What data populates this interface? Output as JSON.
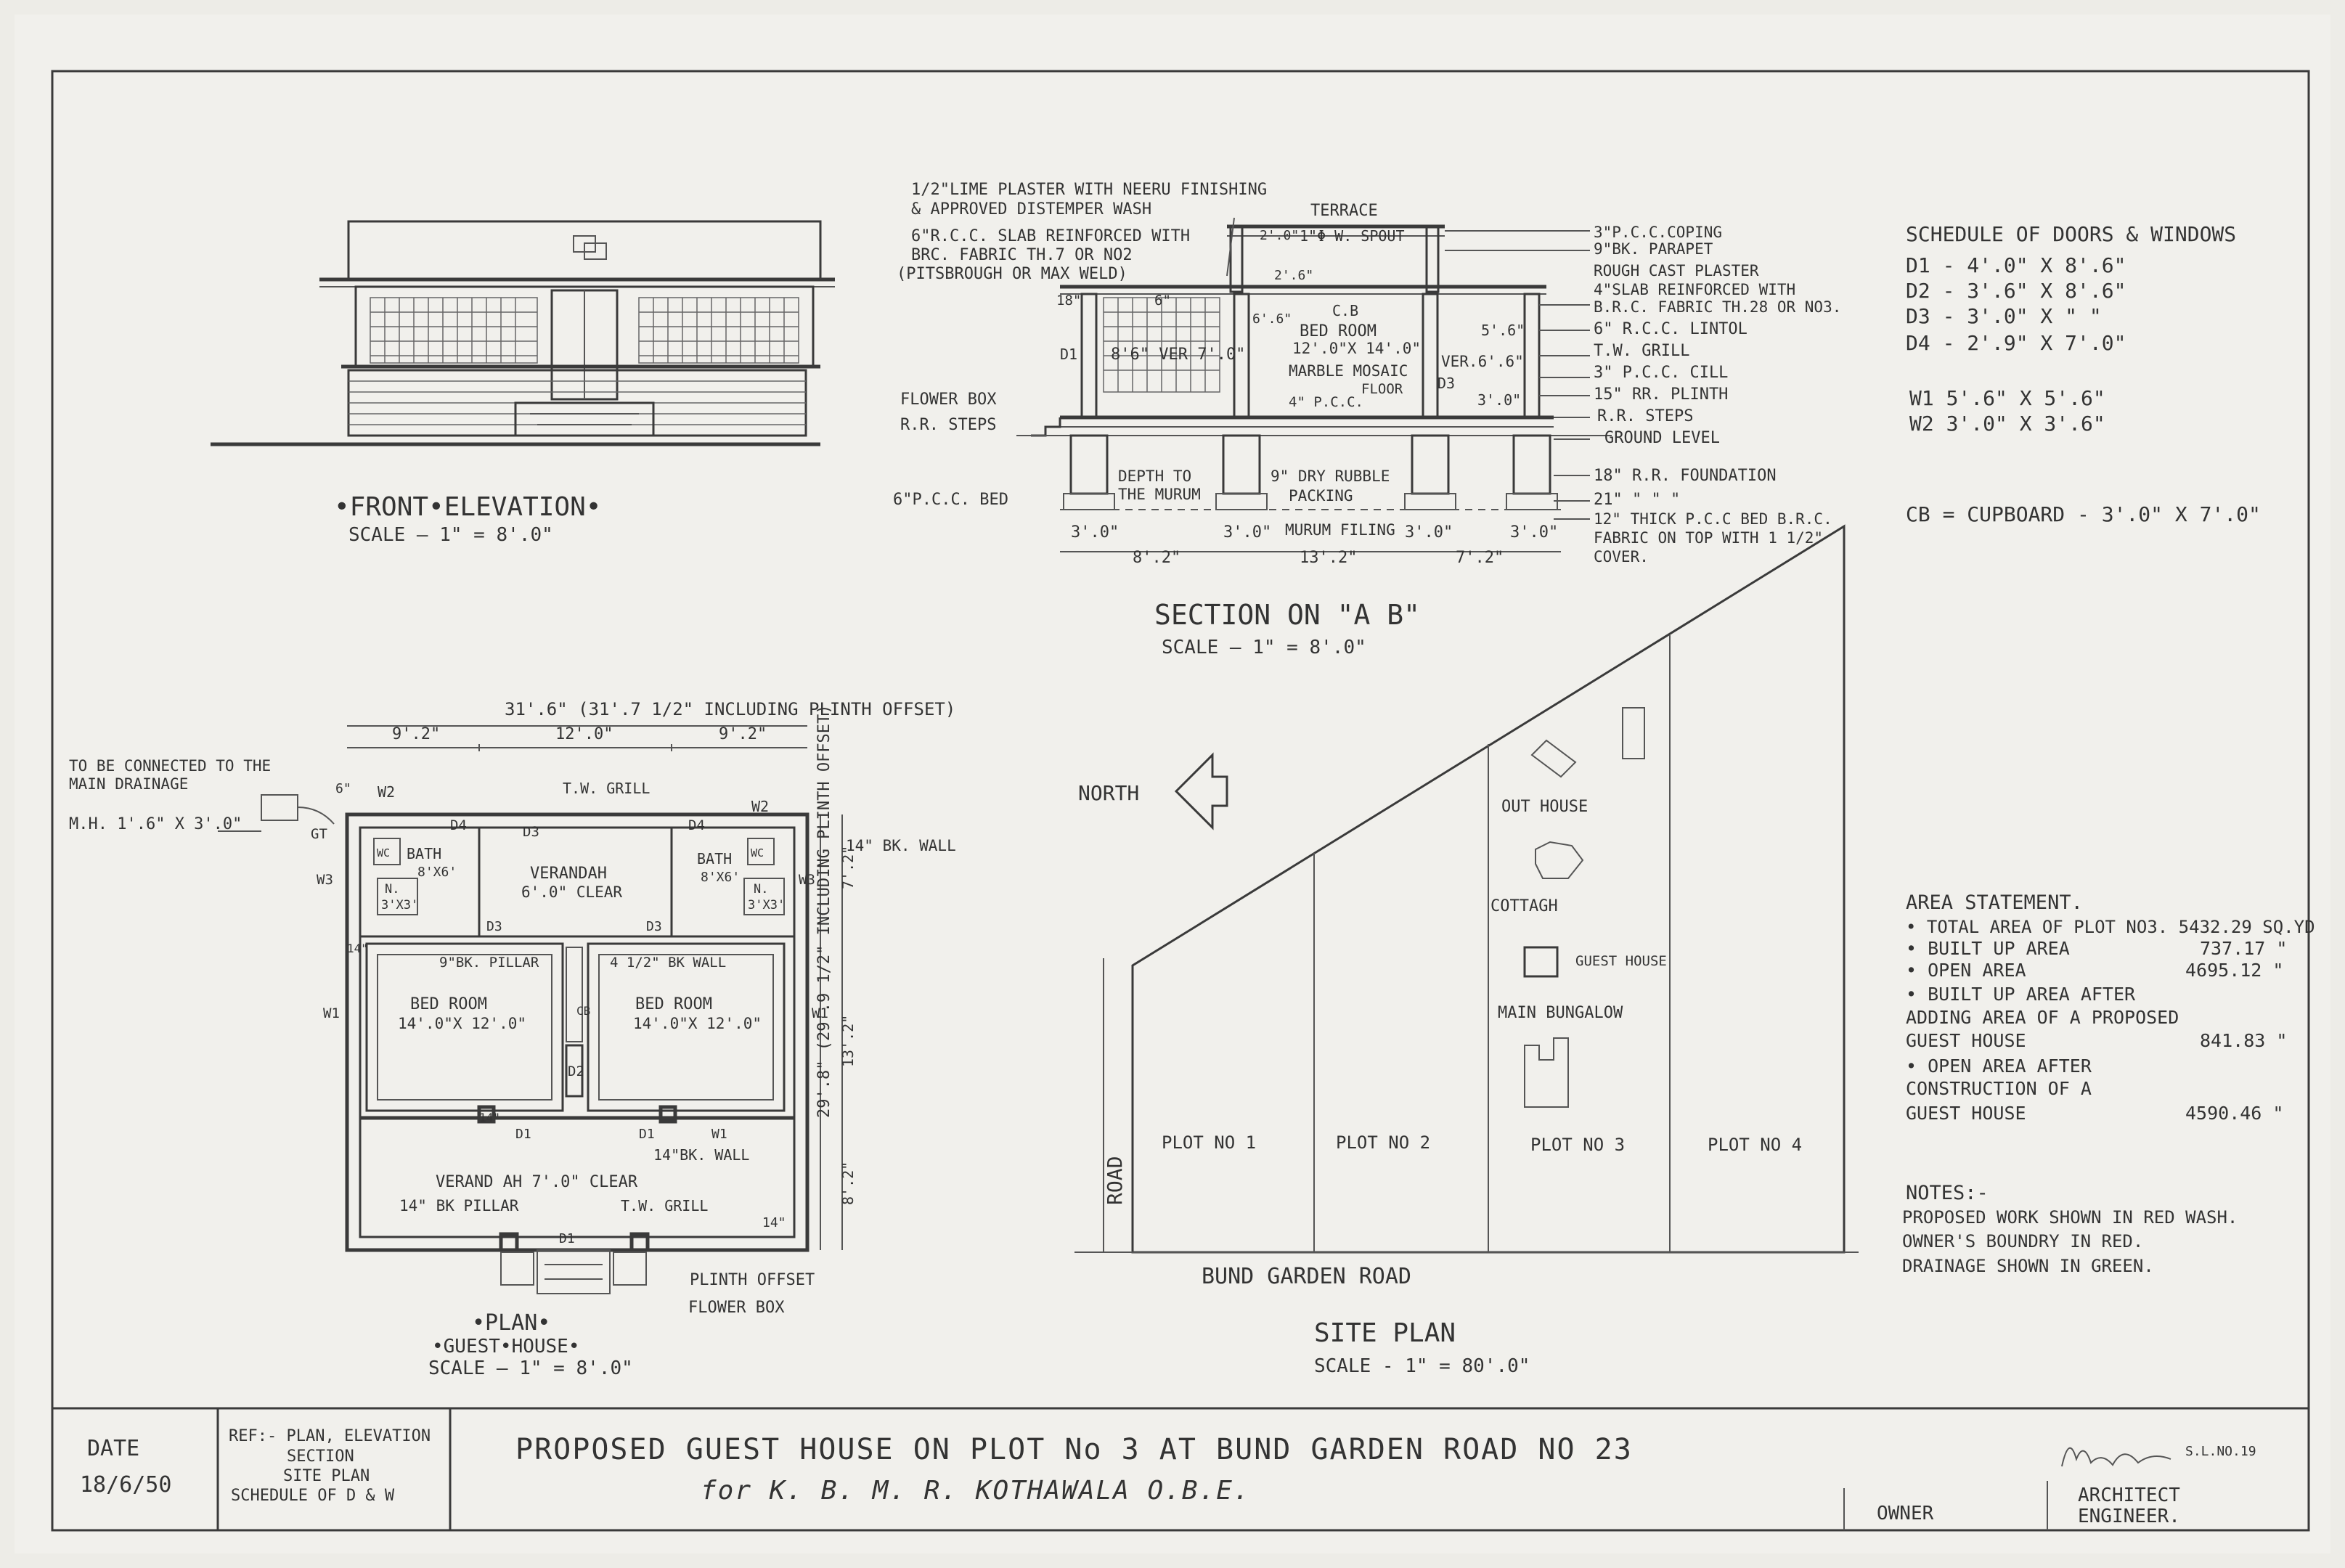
{
  "front_elevation": {
    "title": "•FRONT•ELEVATION•",
    "scale": "SCALE – 1\" = 8'.0\""
  },
  "section": {
    "title": "SECTION ON \"A B\"",
    "scale": "SCALE – 1\" = 8'.0\"",
    "labels": [
      "1/2\"LIME PLASTER WITH NEERU FINISHING",
      "& APPROVED DISTEMPER WASH",
      "6\"R.C.C. SLAB REINFORCED WITH",
      "BRC. FABRIC TH.7 OR NO2",
      "(PITSBROUGH OR MAX WELD)",
      "TERRACE",
      "1\"Φ W. SPOUT",
      "3\"P.C.C.COPING",
      "9\"BK. PARAPET",
      "ROUGH CAST PLASTER",
      "4\"SLAB REINFORCED WITH",
      "B.R.C. FABRIC TH.28 OR NO3.",
      "6\" R.C.C. LINTOL",
      "T.W. GRILL",
      "3\" P.C.C. CILL",
      "15\" RR. PLINTH",
      "R.R. STEPS",
      "GROUND LEVEL",
      "18\" R.R. FOUNDATION",
      "21\" \" \" \"",
      "12\" THICK P.C.C BED B.R.C.",
      "FABRIC ON TOP WITH 1 1/2\"",
      "COVER.",
      "FLOWER BOX",
      "R.R. STEPS",
      "6\"P.C.C. BED",
      "DEPTH TO",
      "THE MURUM",
      "9\" DRY RUBBLE",
      "PACKING",
      "MURUM FILING",
      "C.B",
      "BED ROOM",
      "12'.0\"X 14'.0\"",
      "MARBLE MOSAIC",
      "FLOOR",
      "VER.6'.6\"",
      "8'6\" VER 7'.0\"",
      "D1",
      "D3",
      "4\" P.C.C.",
      "5'.6\"",
      "3'.0\"",
      "18\"",
      "6\"",
      "2'.6\"",
      "6'.6\"",
      "2'.0\""
    ],
    "dims": [
      "3'.0\"",
      "8'.2\"",
      "3'.0\"",
      "13'.2\"",
      "3'.0\"",
      "7'.2\"",
      "3'.0\""
    ]
  },
  "schedule": {
    "title": "SCHEDULE OF DOORS & WINDOWS",
    "items": [
      "D1 - 4'.0\" X 8'.6\"",
      "D2 - 3'.6\" X 8'.6\"",
      "D3 - 3'.0\" X \" \"",
      "D4 - 2'.9\" X 7'.0\"",
      "W1  5'.6\" X 5'.6\"",
      "W2  3'.0\" X 3'.6\""
    ],
    "cupboard": "CB = CUPBOARD - 3'.0\" X 7'.0\""
  },
  "plan": {
    "title": "•PLAN•",
    "subtitle": "•GUEST•HOUSE•",
    "scale": "SCALE – 1\" = 8'.0\"",
    "overall": "31'.6\" (31'.7 1/2\" INCLUDING PLINTH OFFSET)",
    "dims_top": [
      "9'.2\"",
      "12'.0\"",
      "9'.2\""
    ],
    "drain_note": [
      "TO BE CONNECTED TO THE",
      "MAIN DRAINAGE"
    ],
    "mh": "M.H. 1'.6\" X 3'.0\"",
    "right_dim": "29'.8\" (29'.9 1/2\" INCLUDING PLINTH OFFSET)",
    "right_dims": [
      "7'.2\"",
      "13'.2\"",
      "8'.2\""
    ],
    "labels": [
      "W2",
      "T.W. GRILL",
      "W2",
      "D4",
      "D3",
      "D4",
      "GT",
      "W3",
      "W3",
      "WC",
      "BATH",
      "8'X6'",
      "N.",
      "3'X3'",
      "VERANDAH",
      "6'.0\" CLEAR",
      "BATH",
      "8'X6'",
      "WC",
      "N.",
      "3'X3'",
      "14\" BK. WALL",
      "D3",
      "D3",
      "9\"BK. PILLAR",
      "4 1/2\" BK WALL",
      "BED ROOM",
      "14'.0\"X 12'.0\"",
      "BED ROOM",
      "14'.0\"X 12'.0\"",
      "CB",
      "D2",
      "W1",
      "W1",
      "14\"",
      "14\"",
      "14\"",
      "D1",
      "D1",
      "W1",
      "14\"BK. WALL",
      "VERAND AH  7'.0\" CLEAR",
      "14\" BK PILLAR",
      "T.W. GRILL",
      "D1",
      "PLINTH OFFSET",
      "FLOWER BOX",
      "6\""
    ]
  },
  "site_plan": {
    "title": "SITE PLAN",
    "scale": "SCALE - 1\" = 80'.0\"",
    "north": "NORTH",
    "road": "ROAD",
    "bund_road": "BUND GARDEN ROAD",
    "plots": [
      "PLOT NO 1",
      "PLOT NO 2",
      "PLOT NO 3",
      "PLOT NO 4"
    ],
    "buildings": [
      "OUT HOUSE",
      "COTTAGH",
      "GUEST HOUSE",
      "MAIN BUNGALOW"
    ]
  },
  "area_statement": {
    "title": "AREA STATEMENT.",
    "rows": [
      {
        "label": "• TOTAL AREA OF PLOT NO3. 5432.29 SQ.YD",
        "value": ""
      },
      {
        "label": "• BUILT UP AREA",
        "value": "737.17 \""
      },
      {
        "label": "• OPEN AREA",
        "value": "4695.12 \""
      },
      {
        "label": "• BUILT UP AREA AFTER",
        "value": ""
      },
      {
        "label": "  ADDING AREA OF A PROPOSED",
        "value": ""
      },
      {
        "label": "  GUEST HOUSE",
        "value": "841.83 \""
      },
      {
        "label": "• OPEN AREA AFTER",
        "value": ""
      },
      {
        "label": "  CONSTRUCTION OF A",
        "value": ""
      },
      {
        "label": "  GUEST HOUSE",
        "value": "4590.46 \""
      }
    ]
  },
  "notes": {
    "title": "NOTES:-",
    "lines": [
      "PROPOSED WORK SHOWN IN RED WASH.",
      "OWNER'S BOUNDRY IN RED.",
      "DRAINAGE SHOWN IN GREEN."
    ]
  },
  "title_block": {
    "date_label": "DATE",
    "date": "18/6/50",
    "ref": [
      "REF:- PLAN, ELEVATION",
      "SECTION",
      "SITE PLAN",
      "SCHEDULE OF D & W"
    ],
    "title1": "PROPOSED GUEST HOUSE ON PLOT No 3 AT BUND GARDEN ROAD NO 23",
    "title2": "for K. B. M. R. KOTHAWALA  O.B.E.",
    "owner": "OWNER",
    "architect": [
      "ARCHITECT",
      "ENGINEER."
    ],
    "license": "S.L.NO.19"
  }
}
